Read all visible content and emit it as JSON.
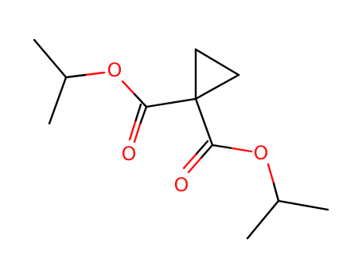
{
  "molecule": {
    "colors": {
      "carbon_bond": "#000000",
      "oxygen": "#ff0d0d",
      "background": "#ffffff"
    },
    "atoms": {
      "o_ester_upper": "O",
      "o_carbonyl_upper": "O",
      "o_ester_lower": "O",
      "o_carbonyl_lower": "O"
    }
  }
}
